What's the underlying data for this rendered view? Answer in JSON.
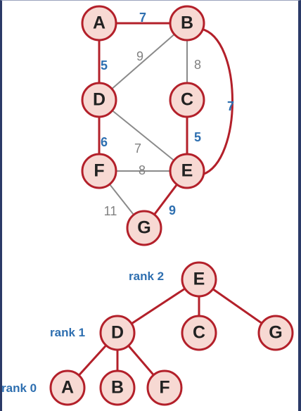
{
  "colors": {
    "node_fill": "#f7d9d3",
    "node_stroke": "#b3202a",
    "mst_edge": "#b3202a",
    "other_edge": "#8a8a8a",
    "mst_weight": "#2e6fb0",
    "other_weight": "#808080",
    "rank_label": "#2e6fb0"
  },
  "graph": {
    "nodes": [
      {
        "id": "A",
        "label": "A"
      },
      {
        "id": "B",
        "label": "B"
      },
      {
        "id": "D",
        "label": "D"
      },
      {
        "id": "C",
        "label": "C"
      },
      {
        "id": "F",
        "label": "F"
      },
      {
        "id": "E",
        "label": "E"
      },
      {
        "id": "G",
        "label": "G"
      }
    ],
    "edges": [
      {
        "from": "A",
        "to": "B",
        "weight": "7",
        "in_mst": true
      },
      {
        "from": "A",
        "to": "D",
        "weight": "5",
        "in_mst": true
      },
      {
        "from": "D",
        "to": "B",
        "weight": "9",
        "in_mst": false
      },
      {
        "from": "B",
        "to": "C",
        "weight": "8",
        "in_mst": false
      },
      {
        "from": "B",
        "to": "E",
        "weight": "7",
        "in_mst": true
      },
      {
        "from": "D",
        "to": "F",
        "weight": "6",
        "in_mst": true
      },
      {
        "from": "D",
        "to": "E",
        "weight": "7",
        "in_mst": false
      },
      {
        "from": "C",
        "to": "E",
        "weight": "5",
        "in_mst": true
      },
      {
        "from": "F",
        "to": "E",
        "weight": "8",
        "in_mst": false
      },
      {
        "from": "F",
        "to": "G",
        "weight": "11",
        "in_mst": false
      },
      {
        "from": "E",
        "to": "G",
        "weight": "9",
        "in_mst": true
      }
    ]
  },
  "tree": {
    "nodes": [
      {
        "id": "E",
        "label": "E"
      },
      {
        "id": "D",
        "label": "D"
      },
      {
        "id": "C",
        "label": "C"
      },
      {
        "id": "G",
        "label": "G"
      },
      {
        "id": "A",
        "label": "A"
      },
      {
        "id": "B",
        "label": "B"
      },
      {
        "id": "F",
        "label": "F"
      }
    ],
    "edges": [
      {
        "from": "E",
        "to": "D"
      },
      {
        "from": "E",
        "to": "C"
      },
      {
        "from": "E",
        "to": "G"
      },
      {
        "from": "D",
        "to": "A"
      },
      {
        "from": "D",
        "to": "B"
      },
      {
        "from": "D",
        "to": "F"
      }
    ],
    "rank_labels": [
      "rank 2",
      "rank 1",
      "rank 0"
    ]
  }
}
